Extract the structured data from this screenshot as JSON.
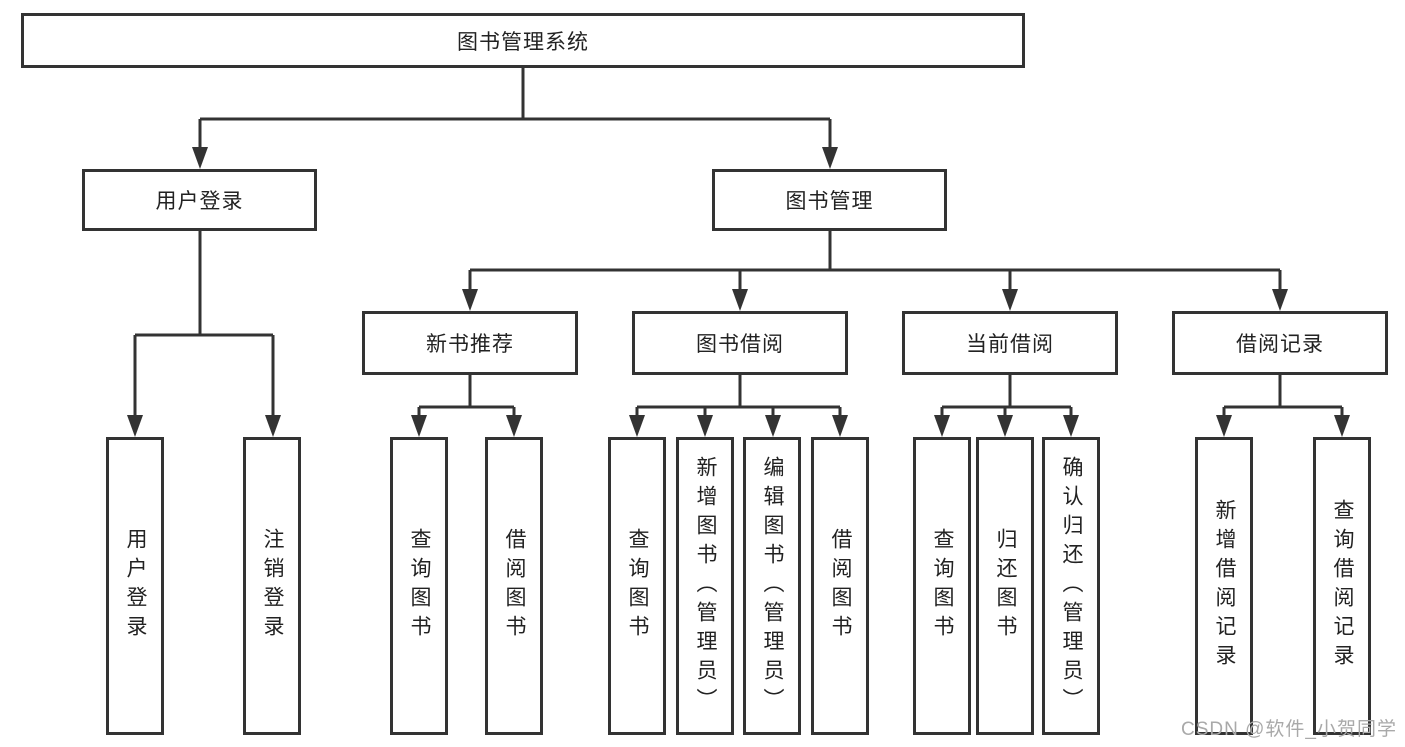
{
  "tree": {
    "root": "图书管理系统",
    "level2": [
      {
        "label": "用户登录",
        "children": [
          "用户登录",
          "注销登录"
        ]
      },
      {
        "label": "图书管理"
      }
    ],
    "level3": [
      {
        "label": "新书推荐",
        "children": [
          "查询图书",
          "借阅图书"
        ]
      },
      {
        "label": "图书借阅",
        "children": [
          "查询图书",
          "新增图书（管理员）",
          "编辑图书（管理员）",
          "借阅图书"
        ]
      },
      {
        "label": "当前借阅",
        "children": [
          "查询图书",
          "归还图书",
          "确认归还（管理员）"
        ]
      },
      {
        "label": "借阅记录",
        "children": [
          "新增借阅记录",
          "查询借阅记录"
        ]
      }
    ]
  },
  "watermark": "CSDN @软件_小贺同学",
  "colors": {
    "line": "#333333",
    "text": "#222222",
    "watermark": "#a9a9a9",
    "background": "#ffffff"
  }
}
